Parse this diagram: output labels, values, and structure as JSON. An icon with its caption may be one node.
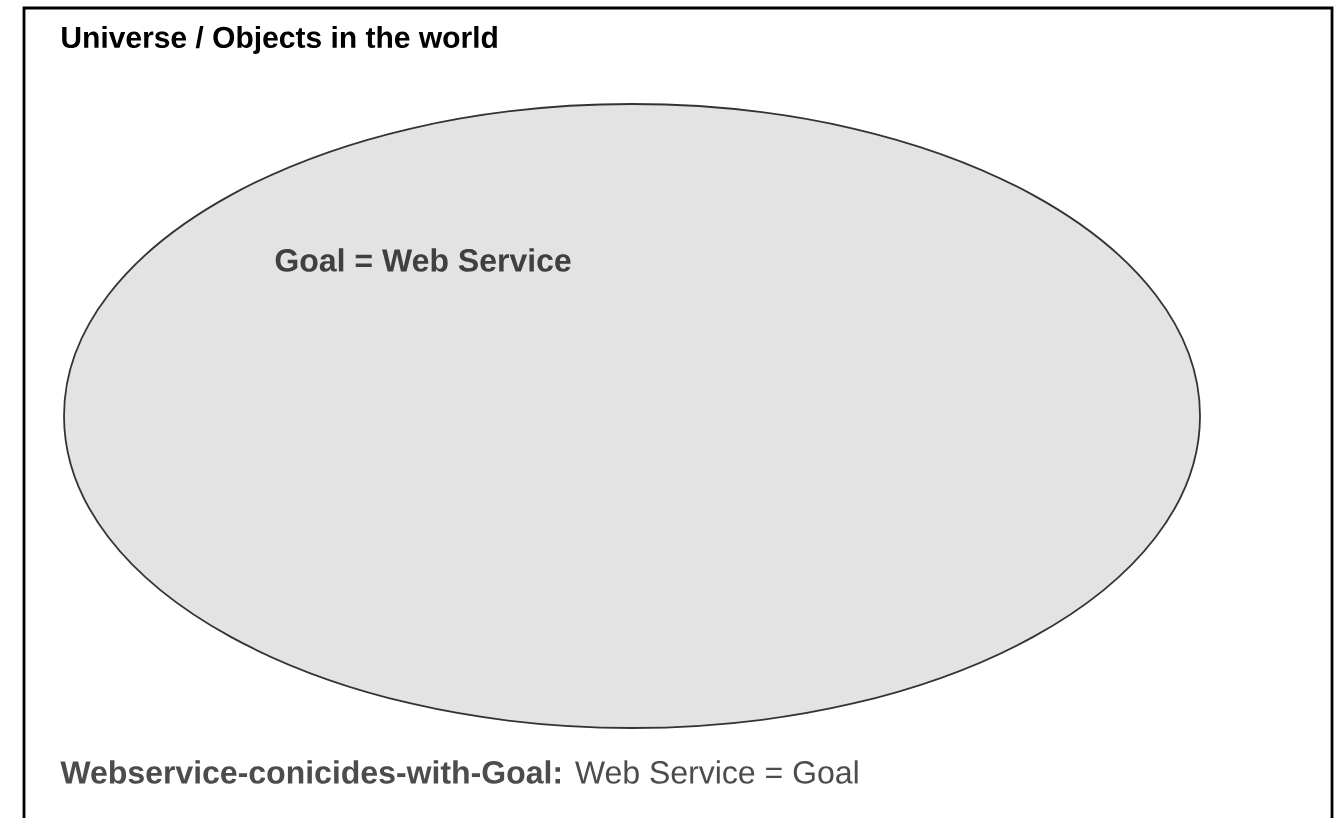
{
  "diagram": {
    "nodes": [
      {
        "text": [
          "Universe / Objects in the world"
        ]
      },
      {
        "text": [
          "Goal = Web Service"
        ],
        "in": 0
      }
    ],
    "labels": [
      "**Webservice-conicides-with-Goal:** Web Service = Goal"
    ]
  }
}
